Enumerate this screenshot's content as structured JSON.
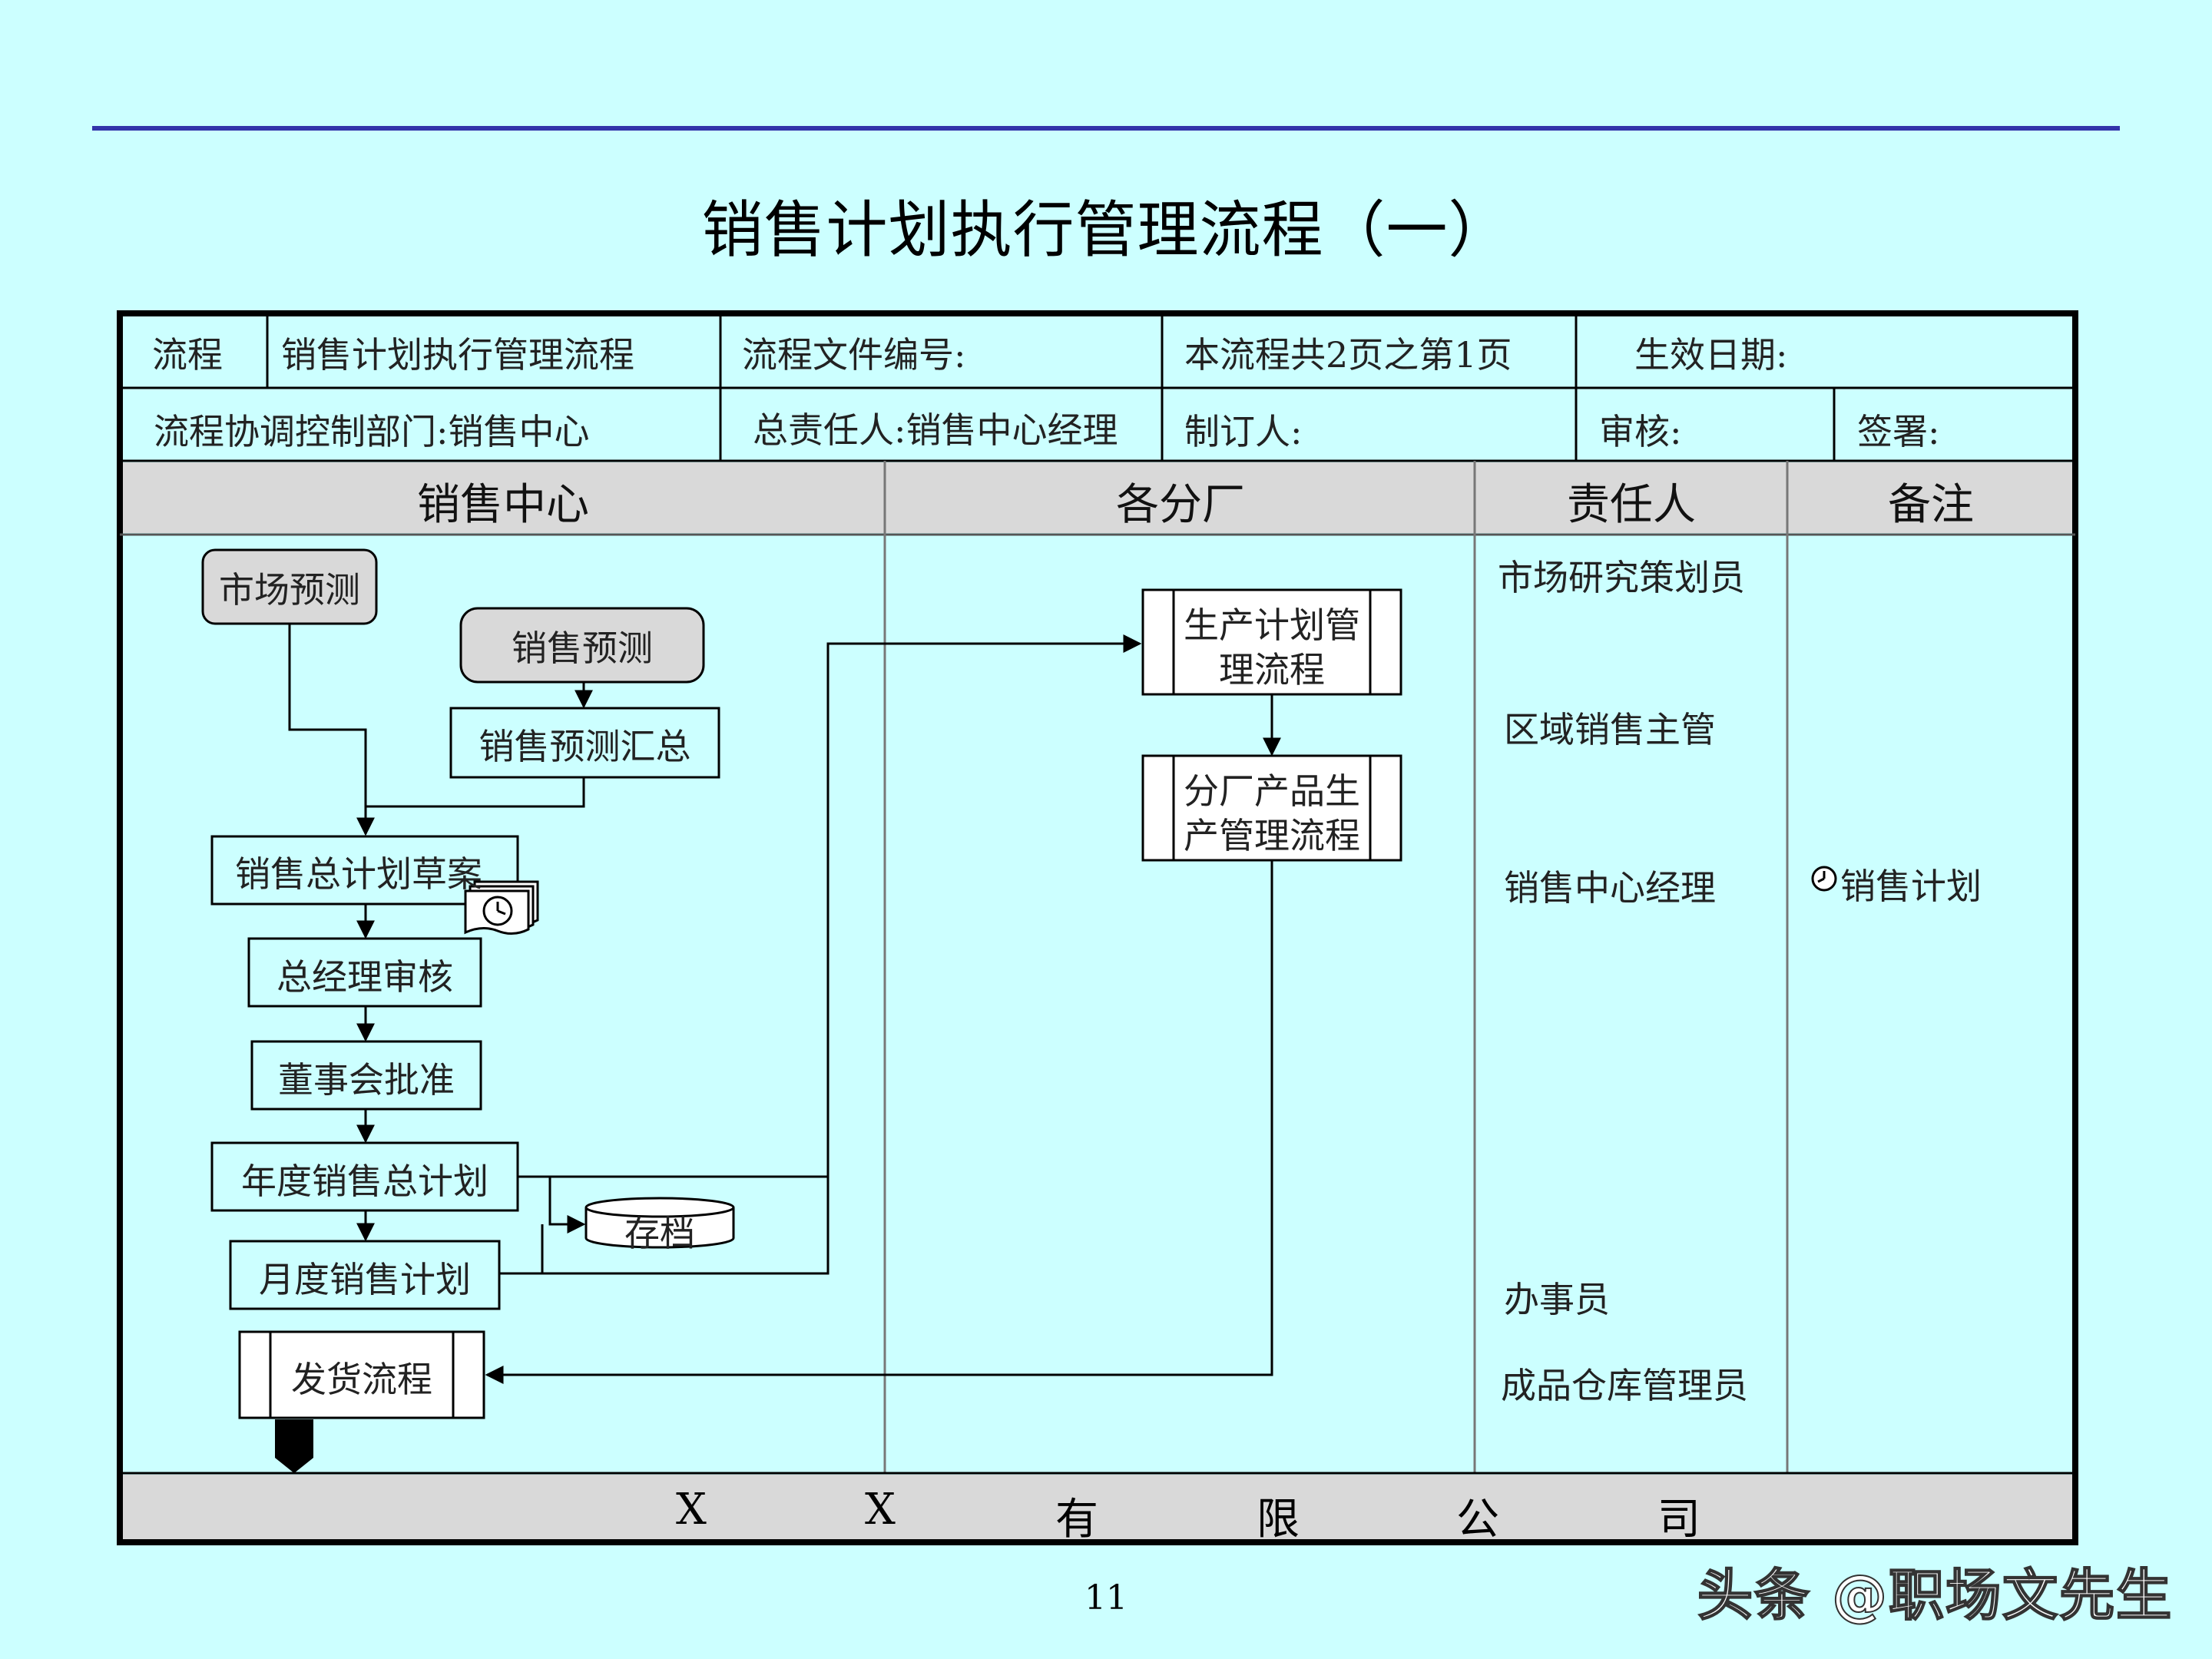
{
  "title": "销售计划执行管理流程（一）",
  "header": {
    "row1": {
      "flow_label": "流程",
      "flow_name": "销售计划执行管理流程",
      "doc_no": "流程文件编号:",
      "pages": "本流程共2页之第1页",
      "effective": "生效日期:"
    },
    "row2": {
      "dept": "流程协调控制部门:销售中心",
      "owner": "总责任人:销售中心经理",
      "maker": "制订人:",
      "review": "审核:",
      "sign": "签署:"
    }
  },
  "columns": {
    "sales": "销售中心",
    "branch": "各分厂",
    "person": "责任人",
    "note": "备注"
  },
  "nodes": {
    "market_forecast": "市场预测",
    "sales_forecast": "销售预测",
    "forecast_summary": "销售预测汇总",
    "plan_draft": "销售总计划草案",
    "gm_review": "总经理审核",
    "board_approve": "董事会批准",
    "annual_plan": "年度销售总计划",
    "monthly_plan": "月度销售计划",
    "archive": "存档",
    "shipping": "发货流程",
    "production_plan_line1": "生产计划管",
    "production_plan_line2": "理流程",
    "branch_prod_line1": "分厂产品生",
    "branch_prod_line2": "产管理流程"
  },
  "responsible": {
    "r1": "市场研究策划员",
    "r2": "区域销售主管",
    "r3": "销售中心经理",
    "r4": "办事员",
    "r5": "成品仓库管理员"
  },
  "notes": {
    "n1": "销售计划"
  },
  "footer": [
    "X",
    "X",
    "有",
    "限",
    "公",
    "司"
  ],
  "page_number": "11",
  "watermark": "头条 @职场文先生",
  "icons": {
    "doc": "document-stack-icon",
    "clock": "clock-icon",
    "offpage": "offpage-connector-icon"
  }
}
